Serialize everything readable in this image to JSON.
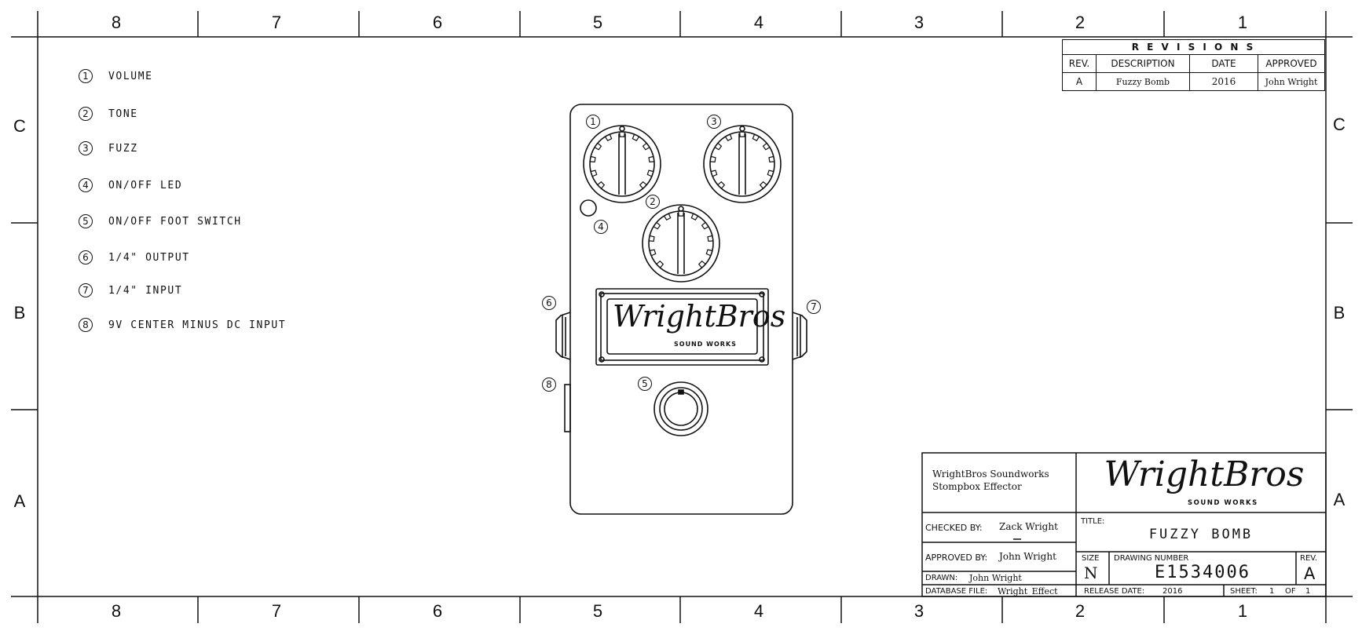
{
  "zones": {
    "columns": [
      "8",
      "7",
      "6",
      "5",
      "4",
      "3",
      "2",
      "1"
    ],
    "rows": [
      "C",
      "B",
      "A"
    ]
  },
  "legend": [
    {
      "num": "1",
      "label": "VOLUME"
    },
    {
      "num": "2",
      "label": "TONE"
    },
    {
      "num": "3",
      "label": "FUZZ"
    },
    {
      "num": "4",
      "label": "ON/OFF LED"
    },
    {
      "num": "5",
      "label": "ON/OFF FOOT SWITCH"
    },
    {
      "num": "6",
      "label": "1/4\" OUTPUT"
    },
    {
      "num": "7",
      "label": "1/4\" INPUT"
    },
    {
      "num": "8",
      "label": "9V CENTER MINUS DC INPUT"
    }
  ],
  "revisions": {
    "title": "R E V I S I O N S",
    "headers": [
      "REV.",
      "DESCRIPTION",
      "DATE",
      "APPROVED"
    ],
    "row": [
      "A",
      "Fuzzy Bomb",
      "2016",
      "John Wright"
    ]
  },
  "logo": {
    "brand": "WrightBros",
    "sub": "SOUND WORKS"
  },
  "callouts": [
    "1",
    "2",
    "3",
    "4",
    "5",
    "6",
    "7",
    "8"
  ],
  "title_block": {
    "company_line1": "WrightBros Soundworks",
    "company_line2": "Stompbox Effector",
    "checked_label": "CHECKED BY:",
    "checked_value": "Zack Wright",
    "approved_label": "APPROVED BY:",
    "approved_value": "John Wright",
    "drawn_label": "DRAWN:",
    "drawn_value": "John Wright",
    "dbfile_label": "DATABASE FILE:",
    "dbfile_value": "Wright_Effect",
    "title_label": "TITLE:",
    "title_value": "FUZZY BOMB",
    "size_label": "SIZE",
    "size_value": "N",
    "drawing_number_label": "DRAWING NUMBER",
    "drawing_number_value": "E1534006",
    "rev_label": "REV.",
    "rev_value": "A",
    "release_label": "RELEASE DATE:",
    "release_value": "2016",
    "sheet_label": "SHEET:",
    "sheet_value": "1",
    "of_label": "OF",
    "of_value": "1"
  }
}
